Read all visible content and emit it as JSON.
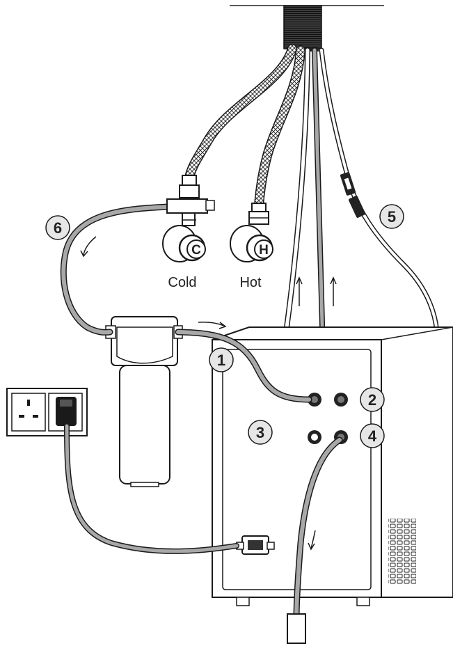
{
  "callouts": [
    {
      "number": "1"
    },
    {
      "number": "2"
    },
    {
      "number": "3"
    },
    {
      "number": "4"
    },
    {
      "number": "5"
    },
    {
      "number": "6"
    }
  ],
  "valves": {
    "cold": {
      "letter": "C",
      "label": "Cold"
    },
    "hot": {
      "letter": "H",
      "label": "Hot"
    }
  },
  "colors": {
    "line": "#1a1a1a",
    "callout_fill": "#e6e6e6",
    "hose_gray": "#a8a8a8"
  }
}
